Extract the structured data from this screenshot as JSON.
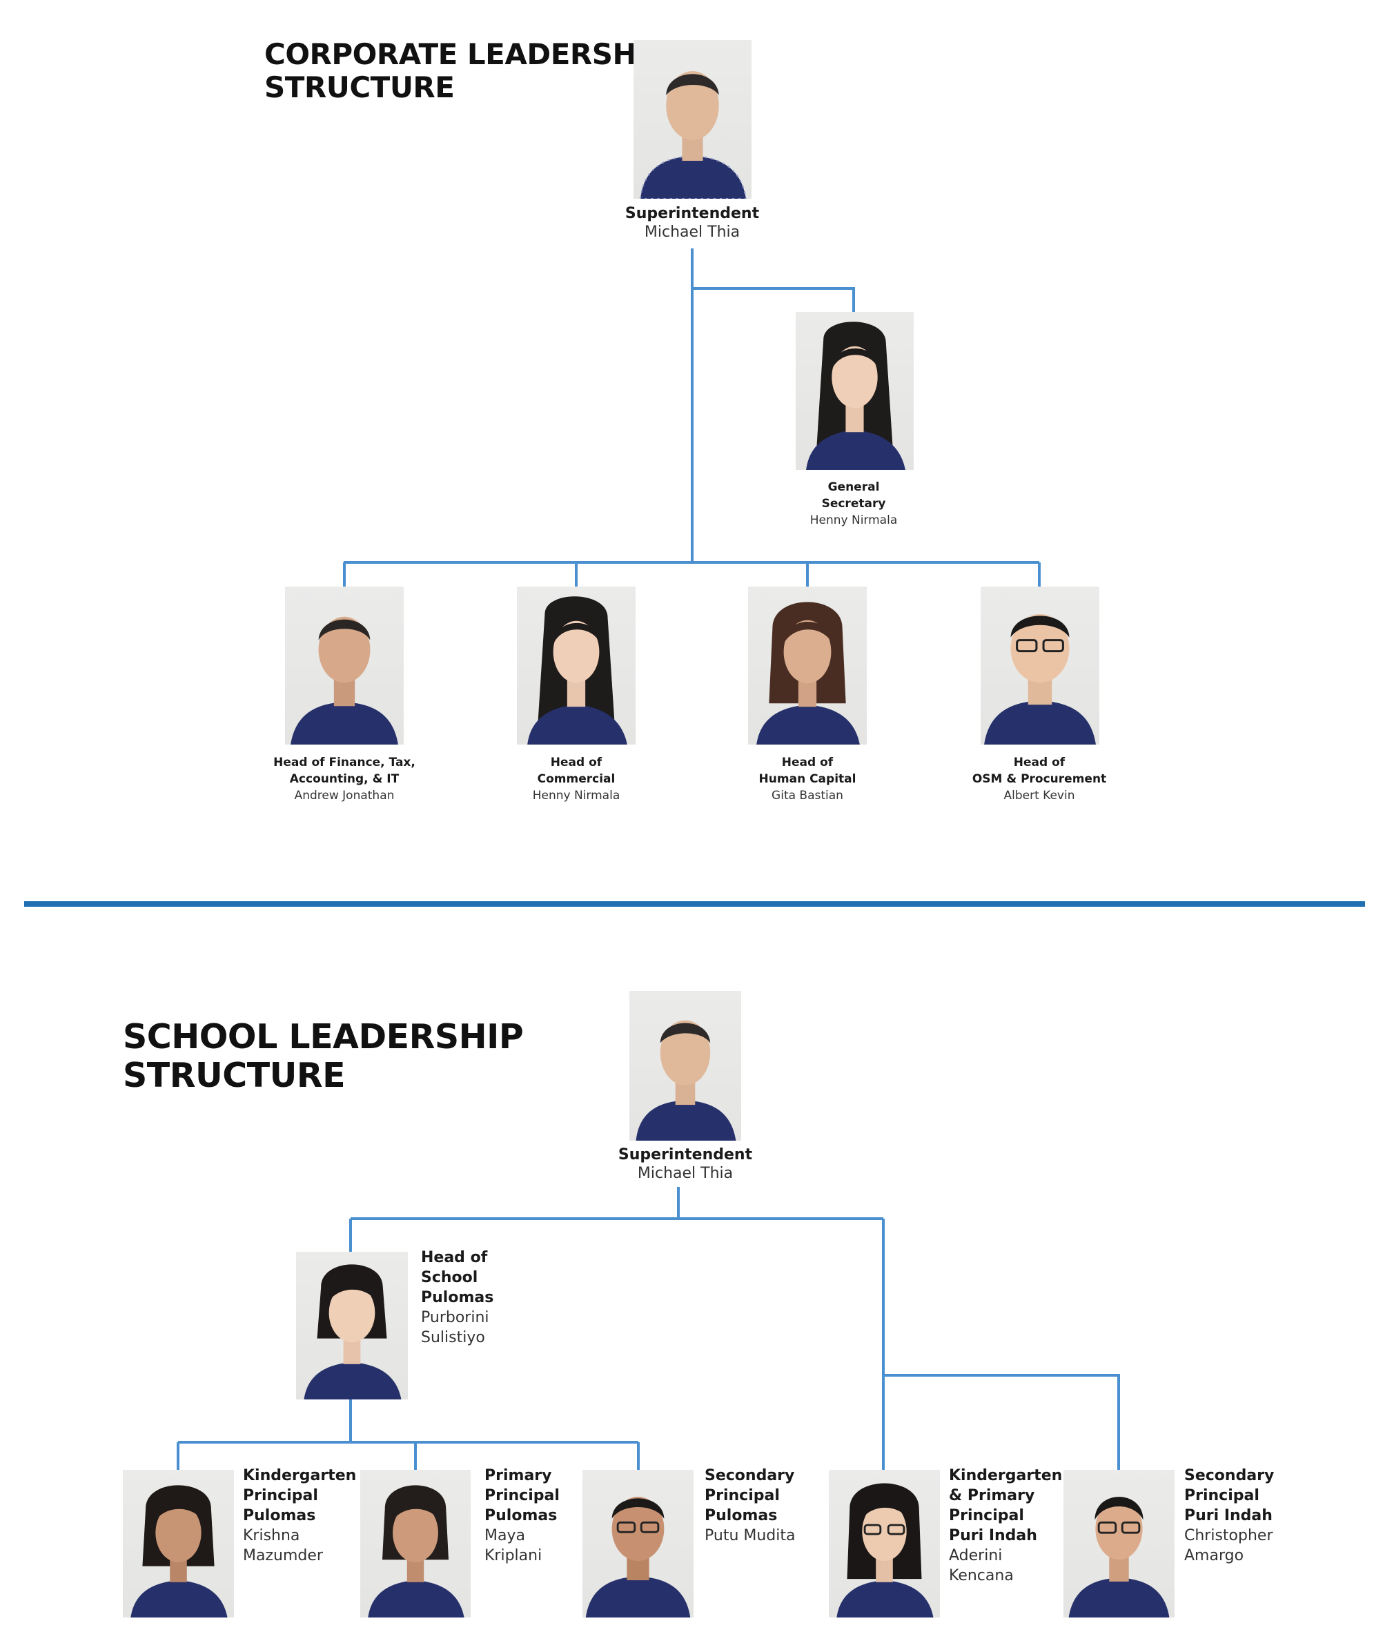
{
  "corporate": {
    "title_line1": "CORPORATE LEADERSHIP",
    "title_line2": "STRUCTURE",
    "superintendent": {
      "role": "Superintendent",
      "name": "Michael Thia"
    },
    "secretary": {
      "role_line1": "General",
      "role_line2": "Secretary",
      "name": "Henny Nirmala"
    },
    "heads": [
      {
        "role_line1": "Head of Finance, Tax,",
        "role_line2": "Accounting, & IT",
        "name": "Andrew Jonathan"
      },
      {
        "role_line1": "Head of",
        "role_line2": "Commercial",
        "name": "Henny Nirmala"
      },
      {
        "role_line1": "Head of",
        "role_line2": "Human Capital",
        "name": "Gita Bastian"
      },
      {
        "role_line1": "Head of",
        "role_line2": "OSM & Procurement",
        "name": "Albert Kevin"
      }
    ]
  },
  "school": {
    "title_line1": "SCHOOL LEADERSHIP",
    "title_line2": "STRUCTURE",
    "superintendent": {
      "role": "Superintendent",
      "name": "Michael Thia"
    },
    "head_of_school": {
      "role_lines": [
        "Head of",
        "School",
        "Pulomas"
      ],
      "name_lines": [
        "Purborini",
        "Sulistiyo"
      ]
    },
    "principals": [
      {
        "role_lines": [
          "Kindergarten",
          "Principal",
          "Pulomas"
        ],
        "name_lines": [
          "Krishna",
          "Mazumder"
        ]
      },
      {
        "role_lines": [
          "Primary",
          "Principal",
          "Pulomas"
        ],
        "name_lines": [
          "Maya",
          "Kriplani"
        ]
      },
      {
        "role_lines": [
          "Secondary",
          "Principal",
          "Pulomas"
        ],
        "name_lines": [
          "Putu Mudita"
        ]
      },
      {
        "role_lines": [
          "Kindergarten",
          "& Primary",
          "Principal",
          "Puri Indah"
        ],
        "name_lines": [
          "Aderini",
          "Kencana"
        ]
      },
      {
        "role_lines": [
          "Secondary",
          "Principal",
          "Puri Indah"
        ],
        "name_lines": [
          "Christopher",
          "Amargo"
        ]
      }
    ]
  },
  "colors": {
    "connector": "#4a8fd0",
    "divider": "#1f6fb2",
    "batik": "#26306a"
  }
}
